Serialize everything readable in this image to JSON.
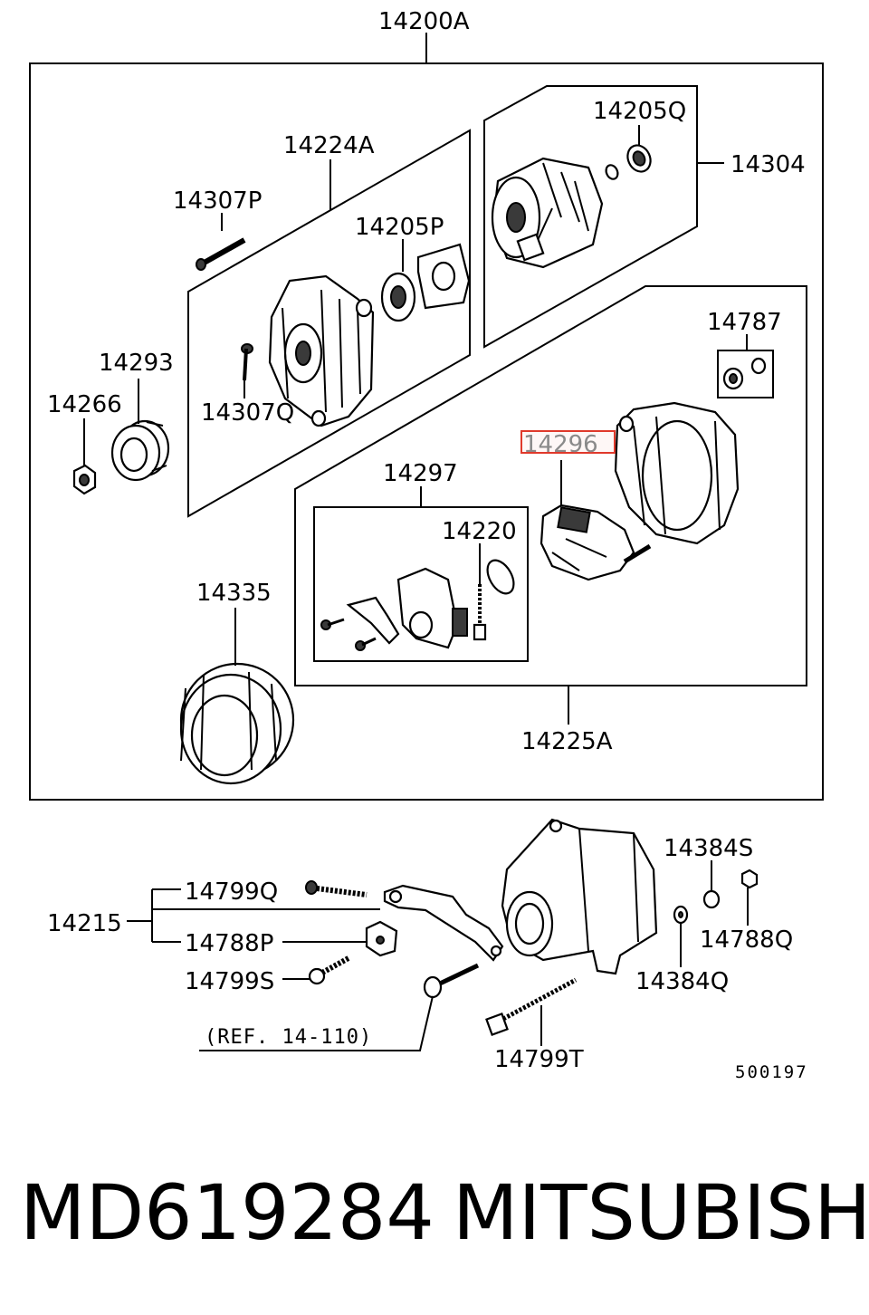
{
  "diagram": {
    "labels": {
      "l14200A": "14200A",
      "l14224A": "14224A",
      "l14205Q": "14205Q",
      "l14304": "14304",
      "l14307P": "14307P",
      "l14205P": "14205P",
      "l14293": "14293",
      "l14266": "14266",
      "l14307Q": "14307Q",
      "l14787": "14787",
      "l14296": "14296",
      "l14297": "14297",
      "l14220": "14220",
      "l14335": "14335",
      "l14225A": "14225A",
      "l14384S": "14384S",
      "l14799Q": "14799Q",
      "l14215": "14215",
      "l14788P": "14788P",
      "l14788Q": "14788Q",
      "l14799S": "14799S",
      "l14384Q": "14384Q",
      "ref": "(REF. 14-110)",
      "l14799T": "14799T",
      "code": "500197"
    },
    "highlight_color": "#e0392b"
  },
  "caption": {
    "part_number": "MD619284",
    "brand": "MITSUBISHI"
  }
}
